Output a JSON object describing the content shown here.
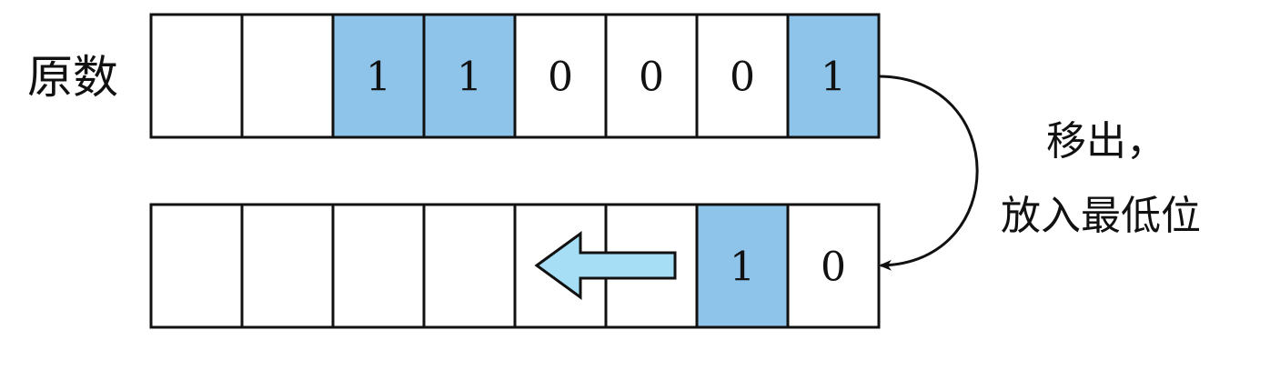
{
  "row_label": "原数",
  "original_bits": [
    "",
    "",
    "1",
    "1",
    "0",
    "0",
    "0",
    "1"
  ],
  "original_highlight": [
    false,
    false,
    true,
    true,
    false,
    false,
    false,
    true
  ],
  "result_bits": [
    "",
    "",
    "",
    "",
    "",
    "",
    "1",
    "0"
  ],
  "result_highlight": [
    false,
    false,
    false,
    false,
    false,
    false,
    true,
    false
  ],
  "annotation": {
    "line1": "移出，",
    "line2": "放入最低位"
  },
  "colors": {
    "highlight": "#8ec3ea",
    "arrow_fill": "#a6def5",
    "border": "#111111"
  }
}
